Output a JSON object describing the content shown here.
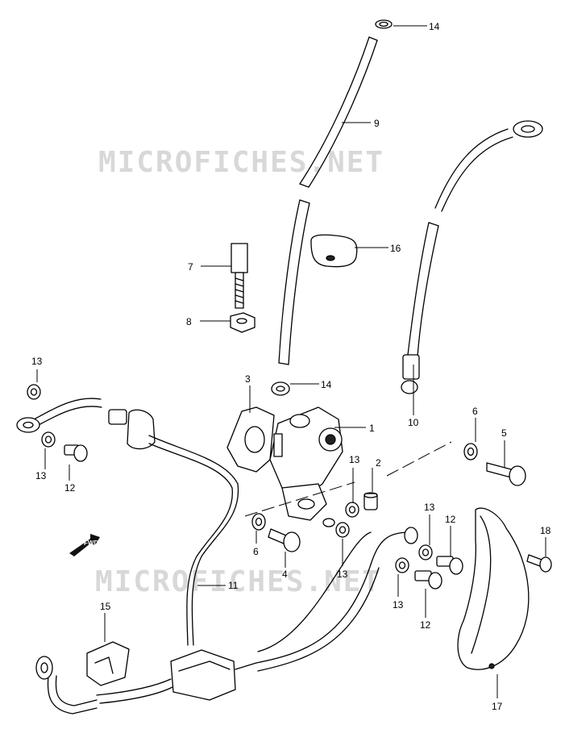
{
  "watermark": "MICROFICHES.NET",
  "forward_marker": "FWD",
  "callouts": {
    "c1": "1",
    "c2": "2",
    "c3": "3",
    "c4": "4",
    "c5": "5",
    "c6a": "6",
    "c6b": "6",
    "c7": "7",
    "c8": "8",
    "c9": "9",
    "c10": "10",
    "c11": "11",
    "c12a": "12",
    "c12b": "12",
    "c12c": "12",
    "c13a": "13",
    "c13b": "13",
    "c13c": "13",
    "c13d": "13",
    "c13e": "13",
    "c13f": "13",
    "c14a": "14",
    "c14b": "14",
    "c15": "15",
    "c16": "16",
    "c17": "17",
    "c18": "18"
  }
}
